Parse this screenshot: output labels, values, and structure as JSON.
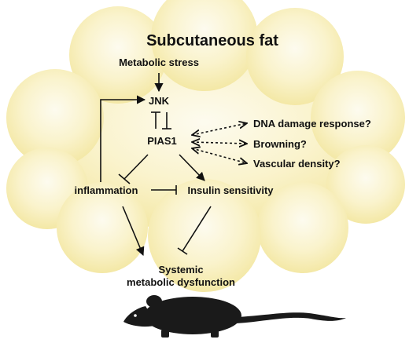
{
  "title": "Subcutaneous fat",
  "nodes": {
    "metabolic_stress": "Metabolic stress",
    "jnk": "JNK",
    "pias1": "PIAS1",
    "dna_damage": "DNA damage response?",
    "browning": "Browning?",
    "vascular_density": "Vascular density?",
    "inflammation": "inflammation",
    "insulin_sensitivity": "Insulin sensitivity",
    "systemic_line1": "Systemic",
    "systemic_line2": "metabolic dysfunction"
  },
  "colors": {
    "cloud_center": "#fbf8e6",
    "cloud_edge": "#f4eaa8",
    "ink": "#111111",
    "mouse": "#1a1a1a"
  },
  "icons": [
    "mouse-icon"
  ]
}
